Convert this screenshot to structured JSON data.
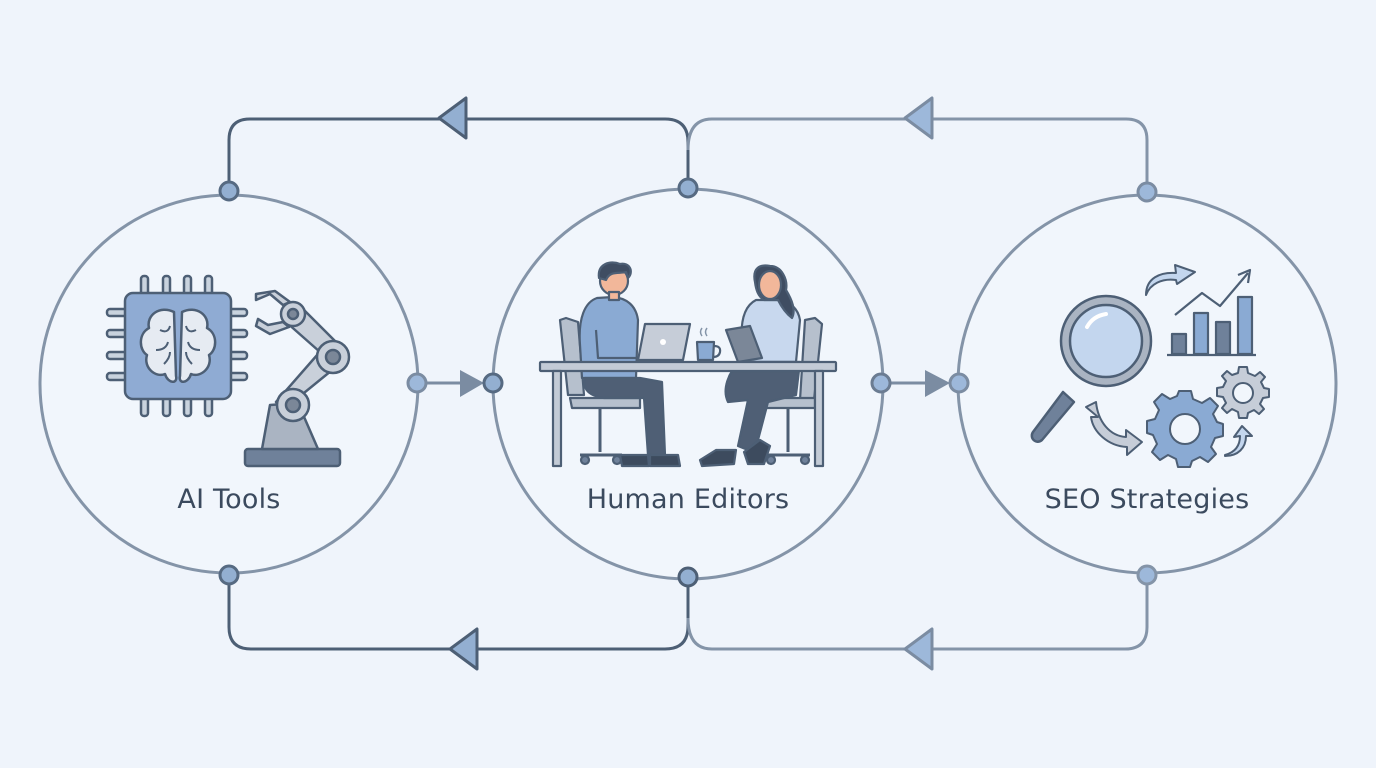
{
  "diagram": {
    "type": "cyclical-process",
    "background": "#eff4fb",
    "colors": {
      "stroke_dark": "#4d5f75",
      "stroke_light": "#8494a8",
      "node_fill": "#93afd1",
      "accent_blue": "#8aaad3",
      "skin": "#f2b79a"
    },
    "nodes": [
      {
        "id": "ai-tools",
        "label": "AI Tools",
        "icons": [
          "brain-chip-icon",
          "robot-arm-icon"
        ]
      },
      {
        "id": "human-editors",
        "label": "Human Editors",
        "icons": [
          "editors-at-desk-icon",
          "laptop-icon",
          "coffee-mug-icon",
          "tablet-icon"
        ]
      },
      {
        "id": "seo-strategies",
        "label": "SEO Strategies",
        "icons": [
          "magnifier-icon",
          "bar-chart-trend-icon",
          "gears-icon",
          "cycle-arrows-icon"
        ]
      }
    ],
    "edges": [
      {
        "from": "ai-tools",
        "to": "human-editors",
        "route": "middle",
        "direction": "right"
      },
      {
        "from": "human-editors",
        "to": "seo-strategies",
        "route": "middle",
        "direction": "right"
      },
      {
        "from": "human-editors",
        "to": "ai-tools",
        "route": "top",
        "direction": "left"
      },
      {
        "from": "seo-strategies",
        "to": "human-editors",
        "route": "top",
        "direction": "left"
      },
      {
        "from": "human-editors",
        "to": "ai-tools",
        "route": "bottom",
        "direction": "left"
      },
      {
        "from": "seo-strategies",
        "to": "human-editors",
        "route": "bottom",
        "direction": "left"
      }
    ]
  }
}
